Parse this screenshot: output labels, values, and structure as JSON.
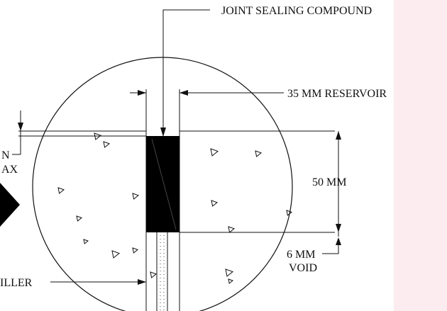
{
  "diagram": {
    "labels": {
      "joint_sealing_compound": "JOINT SEALING COMPOUND",
      "reservoir": "35 MM RESERVOIR",
      "depth": "50 MM",
      "void_value": "6 MM",
      "void_word": "VOID",
      "left_partial_1": "N",
      "left_partial_2": "AX",
      "filler_partial": "ILLER"
    }
  },
  "colors": {
    "line": "#111111",
    "sealant": "#000000",
    "side_panel": "#fcecef",
    "background": "#ffffff"
  }
}
